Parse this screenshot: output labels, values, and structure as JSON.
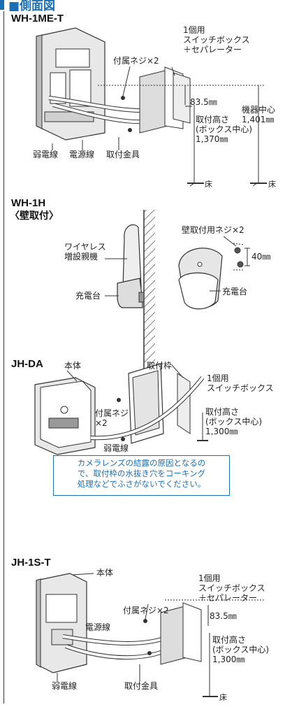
{
  "header": {
    "title": "■側面図"
  },
  "sections": {
    "wh1me": {
      "model": "WH-1ME-T",
      "switchbox": "1個用\nスイッチボックス\n＋セパレーター",
      "screw": "付属ネジ×2",
      "dim1": "83.5㎜",
      "mount_height": "取付高さ\n(ボックス中心)\n1,370㎜",
      "device_center": "機器中心\n1,401㎜",
      "weak_wire": "弱電線",
      "power_wire": "電源線",
      "bracket": "取付金具",
      "floor1": "床",
      "floor2": "床"
    },
    "wh1h": {
      "model": "WH-1H",
      "sub": "〈壁取付〉",
      "wireless": "ワイヤレス\n増設親機",
      "charger1": "充電台",
      "wall_screw": "壁取付用ネジ×2",
      "dim": "40㎜",
      "charger2": "充電台"
    },
    "jhda": {
      "model": "JH-DA",
      "body": "本体",
      "frame": "取付枠",
      "switchbox": "1個用\nスイッチボックス",
      "screw": "付属ネジ\n×2",
      "mount_height": "取付高さ\n(ボックス中心)\n1,300㎜",
      "weak_wire": "弱電線",
      "note": "カメラレンズの結露の原因となるの\nで、取付枠の水抜き穴をコーキング\n処理などでふさがないでください。"
    },
    "jh1s": {
      "model": "JH-1S-T",
      "body": "本体",
      "switchbox": "1個用\nスイッチボックス\n＋セパレーター",
      "screw": "付属ネジ×2",
      "dim1": "83.5㎜",
      "power_wire": "電源線",
      "mount_height": "取付高さ\n(ボックス中心)\n1,300㎜",
      "weak_wire": "弱電線",
      "bracket": "取付金具",
      "floor": "床"
    }
  },
  "colors": {
    "accent": "#1a6fb5",
    "line": "#333333",
    "device": "#e6e6e6"
  }
}
